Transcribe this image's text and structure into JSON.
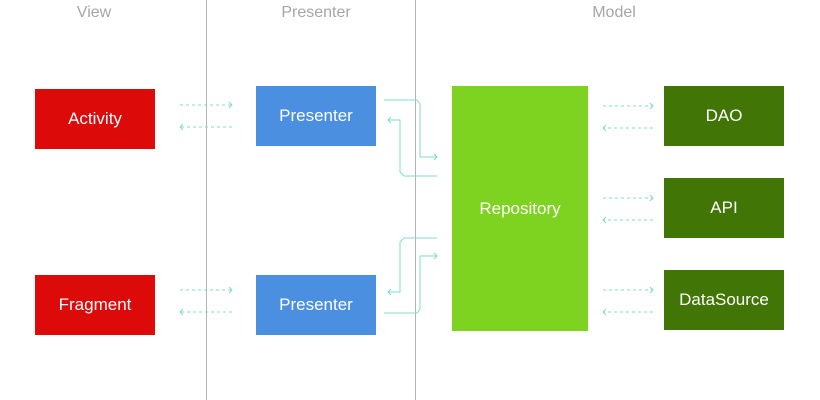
{
  "columns": {
    "view": "View",
    "presenter": "Presenter",
    "model": "Model"
  },
  "view_nodes": {
    "activity": "Activity",
    "fragment": "Fragment"
  },
  "presenter_nodes": {
    "top": "Presenter",
    "bottom": "Presenter"
  },
  "repository": "Repository",
  "model_nodes": {
    "dao": "DAO",
    "api": "API",
    "datasource": "DataSource"
  },
  "colors": {
    "view": "#dd0a0a",
    "presenter": "#4a8fe0",
    "repository": "#7ed321",
    "model": "#417505",
    "connector": "#7fdcc8",
    "divider": "#b4b4b4",
    "column_title": "#a6a6a6"
  }
}
